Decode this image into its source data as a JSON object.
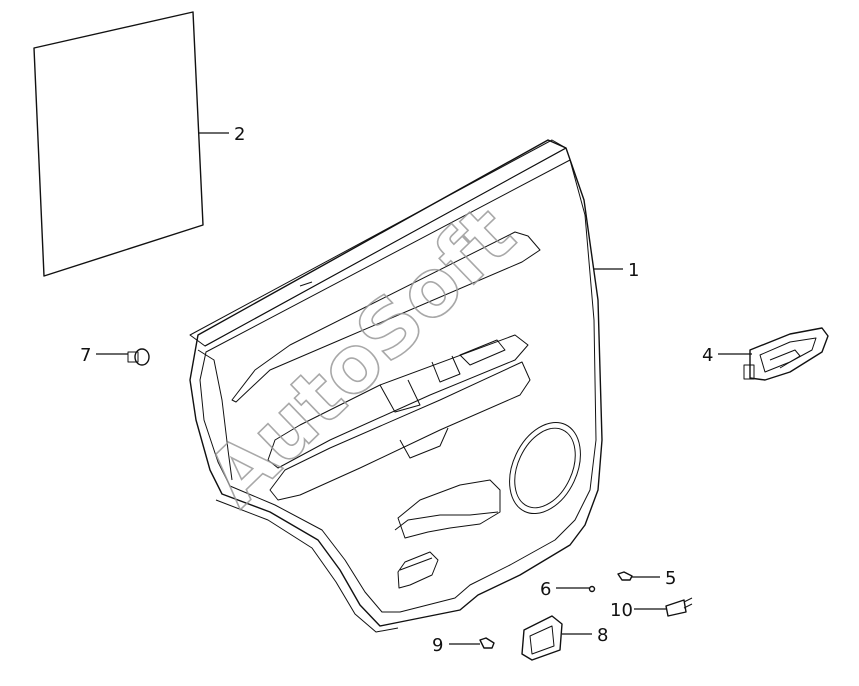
{
  "watermark": "AutoSoft",
  "callouts": {
    "c1": "1",
    "c2": "2",
    "c4": "4",
    "c5": "5",
    "c6": "6",
    "c7": "7",
    "c8": "8",
    "c9": "9",
    "c10": "10"
  }
}
